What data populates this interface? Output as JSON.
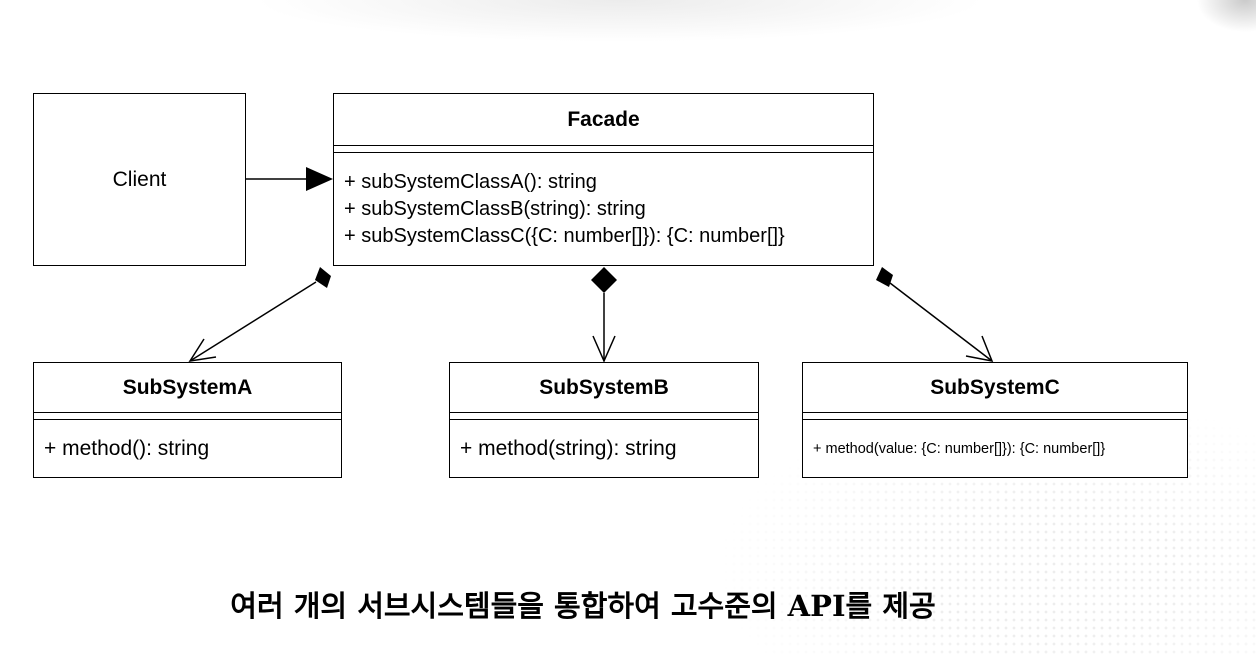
{
  "client": {
    "label": "Client"
  },
  "facade": {
    "name": "Facade",
    "methods": [
      "+ subSystemClassA(): string",
      "+ subSystemClassB(string): string",
      "+ subSystemClassC({C: number[]}): {C: number[]}"
    ]
  },
  "subsystems": [
    {
      "name": "SubSystemA",
      "method": "+ method(): string"
    },
    {
      "name": "SubSystemB",
      "method": "+ method(string): string"
    },
    {
      "name": "SubSystemC",
      "method": "+ method(value: {C: number[]}): {C: number[]}"
    }
  ],
  "relations": [
    {
      "from": "Client",
      "to": "Facade",
      "type": "association"
    },
    {
      "from": "Facade",
      "to": "SubSystemA",
      "type": "composition"
    },
    {
      "from": "Facade",
      "to": "SubSystemB",
      "type": "composition"
    },
    {
      "from": "Facade",
      "to": "SubSystemC",
      "type": "composition"
    }
  ],
  "caption": "여러 개의 서브시스템들을 통합하여 고수준의 API를 제공",
  "colors": {
    "line": "#000000",
    "background": "#ffffff"
  }
}
